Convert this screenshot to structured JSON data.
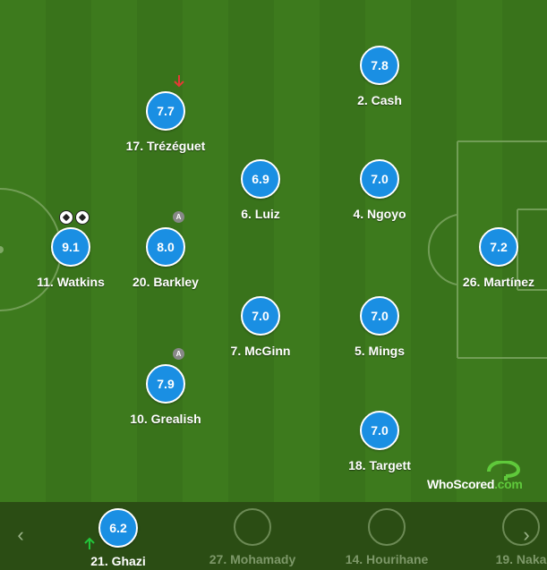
{
  "formation": {
    "players": [
      {
        "id": "cash",
        "number_name": "2. Cash",
        "rating": "7.8"
      },
      {
        "id": "trezeguet",
        "number_name": "17. Trézéguet",
        "rating": "7.7"
      },
      {
        "id": "luiz",
        "number_name": "6. Luiz",
        "rating": "6.9"
      },
      {
        "id": "ngoyo",
        "number_name": "4. Ngoyo",
        "rating": "7.0"
      },
      {
        "id": "watkins",
        "number_name": "11. Watkins",
        "rating": "9.1"
      },
      {
        "id": "barkley",
        "number_name": "20. Barkley",
        "rating": "8.0"
      },
      {
        "id": "martinez",
        "number_name": "26. Martínez",
        "rating": "7.2"
      },
      {
        "id": "mcginn",
        "number_name": "7. McGinn",
        "rating": "7.0"
      },
      {
        "id": "mings",
        "number_name": "5. Mings",
        "rating": "7.0"
      },
      {
        "id": "grealish",
        "number_name": "10. Grealish",
        "rating": "7.9"
      },
      {
        "id": "targett",
        "number_name": "18. Targett",
        "rating": "7.0"
      }
    ],
    "captain_badge": "A",
    "goals_watkins": 2
  },
  "logo": {
    "text": "WhoScored",
    "suffix": ".com"
  },
  "bench": {
    "prev_label": "‹",
    "next_label": "›",
    "subs": [
      {
        "number_name": "21. Ghazi",
        "rating": "6.2",
        "played": true
      },
      {
        "number_name": "27. Mohamady",
        "rating": "",
        "played": false
      },
      {
        "number_name": "14. Hourihane",
        "rating": "",
        "played": false
      },
      {
        "number_name": "19. Naka",
        "rating": "",
        "played": false
      }
    ]
  },
  "colors": {
    "rating_bg": "#1a8fe3",
    "sub_off": "#e53935",
    "sub_on": "#22c53a",
    "pitch_light": "#3d7a1d",
    "pitch_dark": "#39731b"
  }
}
